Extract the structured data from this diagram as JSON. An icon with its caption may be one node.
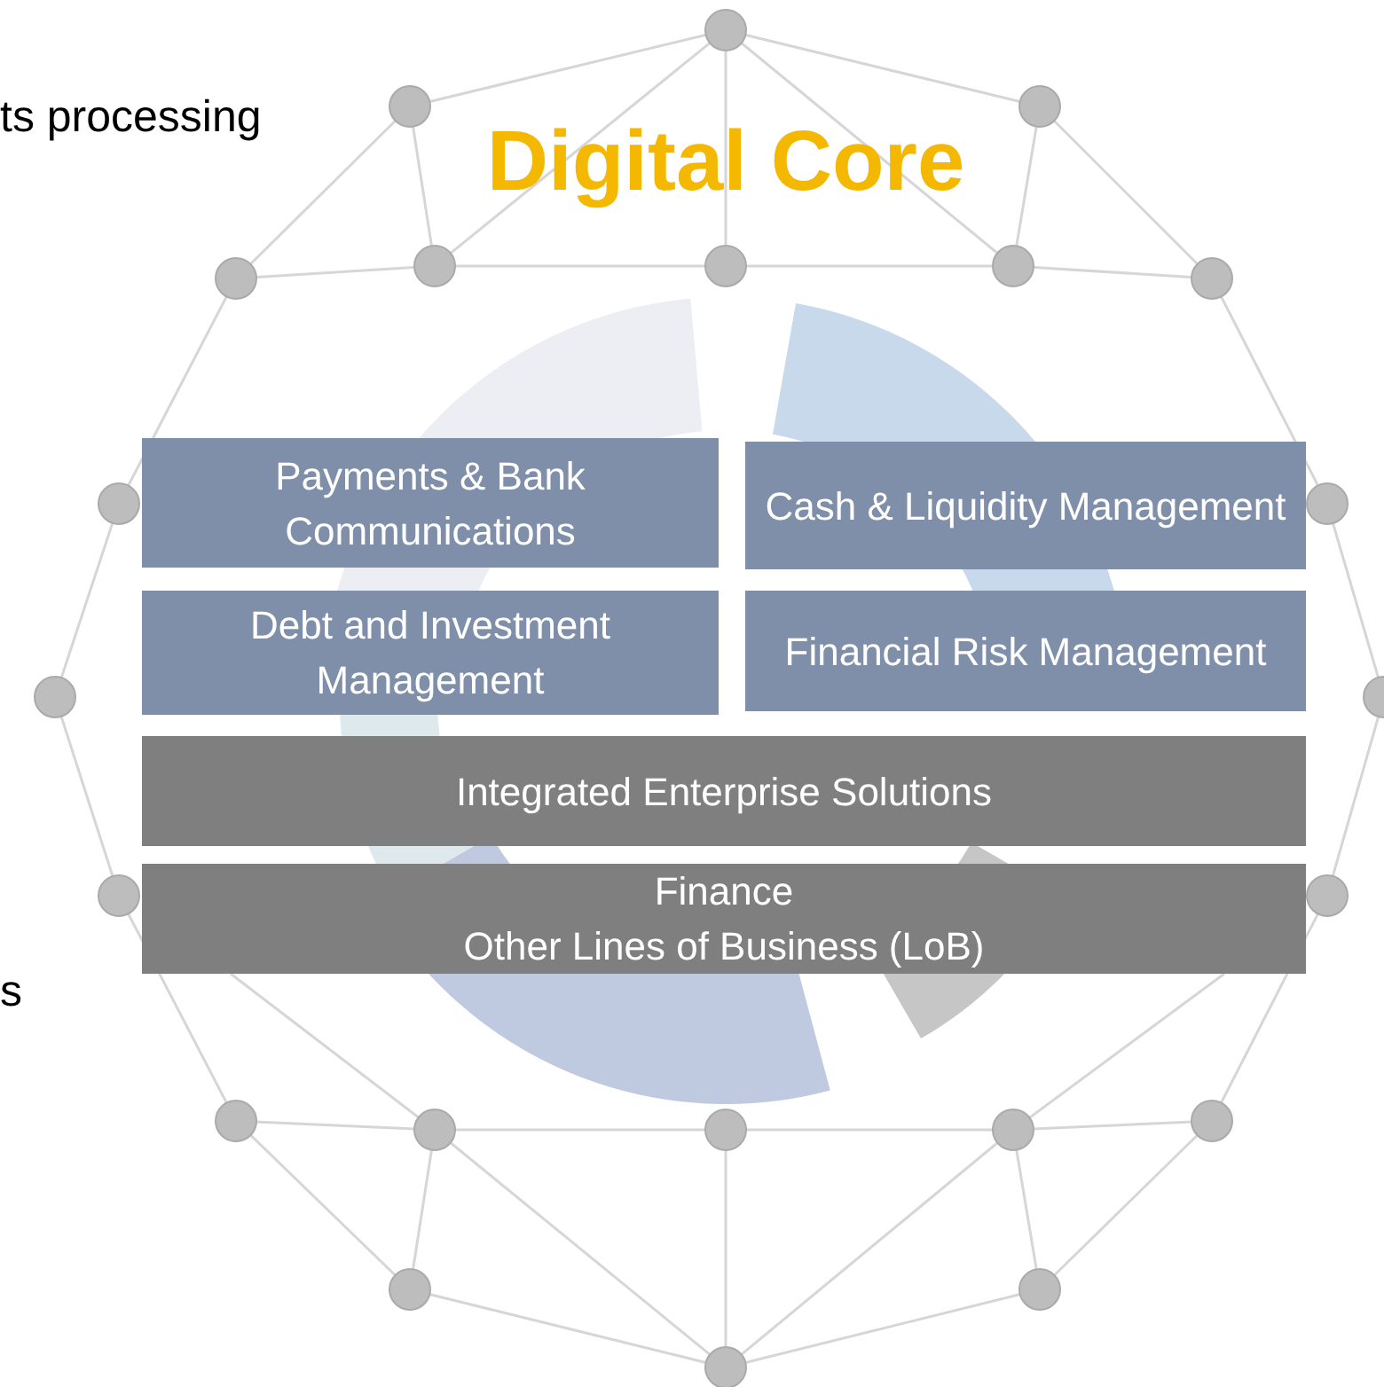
{
  "diagram": {
    "title": "Digital Core",
    "nodes": [
      {
        "text": [
          "Payments & Bank Communications"
        ]
      },
      {
        "text": [
          "Cash & Liquidity Management"
        ]
      },
      {
        "text": [
          "Debt and Investment Management"
        ]
      },
      {
        "text": [
          "Financial Risk Management"
        ]
      },
      {
        "text": [
          "Integrated Enterprise Solutions"
        ]
      },
      {
        "text": [
          "Finance",
          "Other Lines of Business (LoB)"
        ]
      }
    ],
    "edges": [],
    "labels": [
      "ts processing",
      "s"
    ]
  }
}
